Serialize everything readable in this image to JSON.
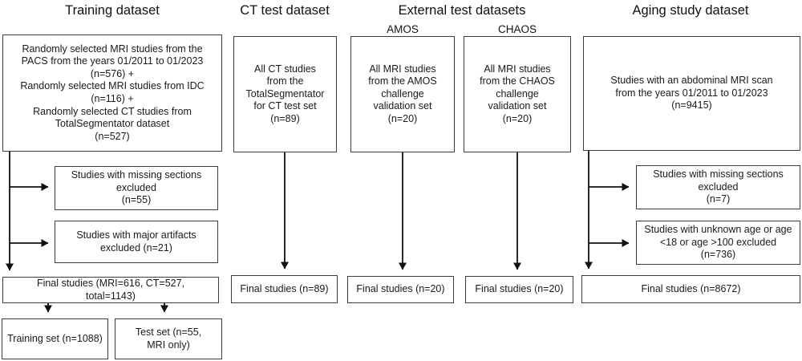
{
  "colors": {
    "background": "#ffffff",
    "box_border": "#3d3d3d",
    "text": "#1a1a1a",
    "arrow": "#111111"
  },
  "columns": {
    "training": {
      "header": "Training dataset",
      "source": "Randomly selected MRI studies from the\nPACS from the years 01/2011 to 01/2023\n(n=576) +\nRandomly selected MRI studies from IDC\n(n=116) +\nRandomly selected CT studies from\nTotalSegmentator dataset\n(n=527)",
      "exclusion1": "Studies with missing sections\nexcluded\n(n=55)",
      "exclusion2": "Studies with major artifacts\nexcluded (n=21)",
      "final": "Final studies (MRI=616, CT=527,\ntotal=1143)",
      "training_set": "Training set (n=1088)",
      "test_set": "Test set (n=55,\nMRI only)"
    },
    "ct_test": {
      "header": "CT test dataset",
      "source": "All CT studies\nfrom the\nTotalSegmentator\nfor CT test set\n(n=89)",
      "final": "Final studies (n=89)"
    },
    "external": {
      "header": "External test datasets",
      "amos": {
        "subheader": "AMOS",
        "source": "All MRI studies\nfrom the AMOS\nchallenge\nvalidation set\n(n=20)",
        "final": "Final studies (n=20)"
      },
      "chaos": {
        "subheader": "CHAOS",
        "source": "All MRI studies\nfrom the CHAOS\nchallenge\nvalidation set\n(n=20)",
        "final": "Final studies (n=20)"
      }
    },
    "aging": {
      "header": "Aging study dataset",
      "source": "Studies with an abdominal MRI scan\nfrom the years 01/2011 to 01/2023\n(n=9415)",
      "exclusion1": "Studies with missing sections\nexcluded\n(n=7)",
      "exclusion2": "Studies with unknown age or age\n<18 or age >100 excluded\n(n=736)",
      "final": "Final studies (n=8672)"
    }
  }
}
